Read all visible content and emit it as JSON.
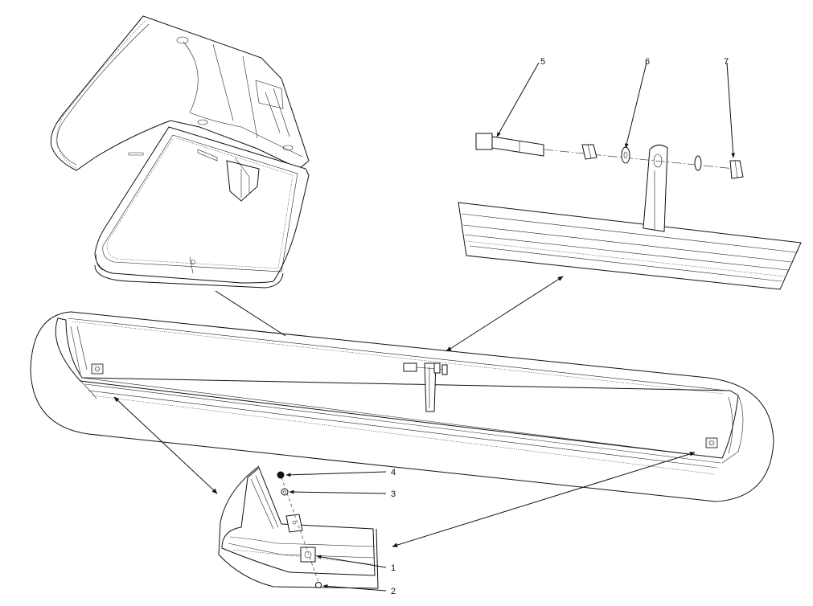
{
  "colors": {
    "line": "#111111",
    "background": "#ffffff"
  },
  "callouts": [
    {
      "id": "1",
      "label": "1"
    },
    {
      "id": "2",
      "label": "2"
    },
    {
      "id": "3",
      "label": "3"
    },
    {
      "id": "4",
      "label": "4"
    },
    {
      "id": "5",
      "label": "5"
    },
    {
      "id": "6",
      "label": "6"
    },
    {
      "id": "7",
      "label": "7"
    }
  ]
}
